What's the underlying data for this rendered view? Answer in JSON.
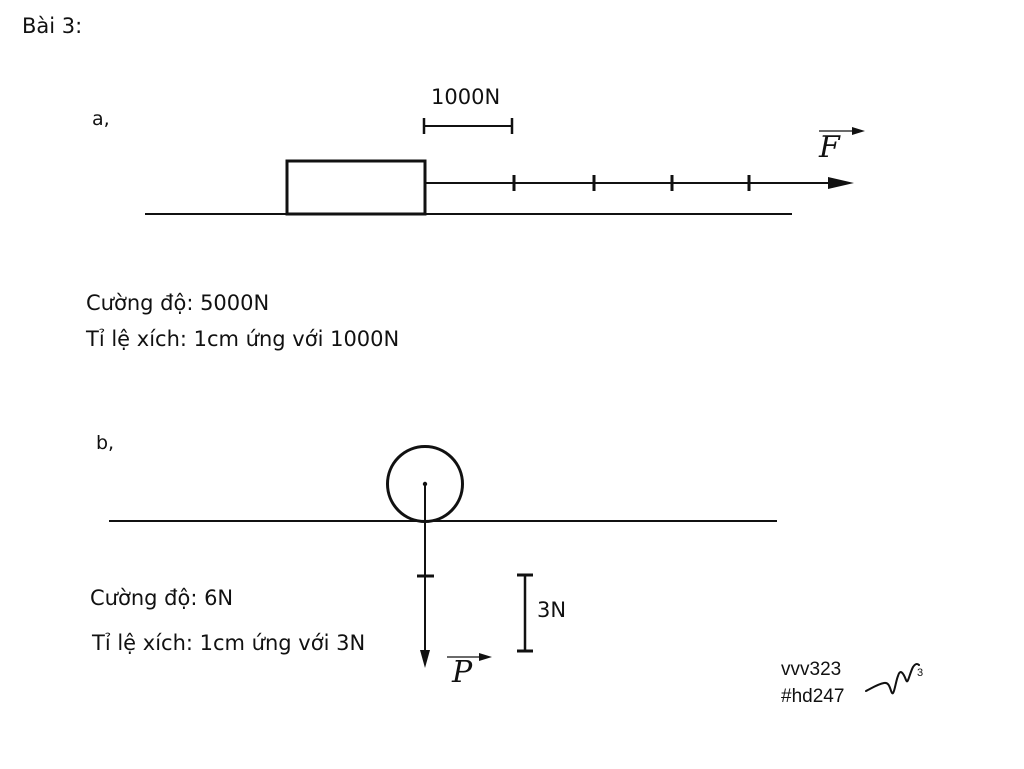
{
  "title": "Bài 3:",
  "part_a": {
    "label": "a,",
    "scale_label": "1000N",
    "force_symbol": "F",
    "magnitude": "Cường độ: 5000N",
    "scale": "Tỉ lệ xích: 1cm ứng với 1000N"
  },
  "part_b": {
    "label": "b,",
    "scale_label": "3N",
    "force_symbol": "P",
    "magnitude": "Cường độ: 6N",
    "scale": "Tỉ lệ xích: 1cm ứng với 3N"
  },
  "signature": {
    "line1": "vvv323",
    "line2": "#hd247",
    "mark": "3"
  }
}
